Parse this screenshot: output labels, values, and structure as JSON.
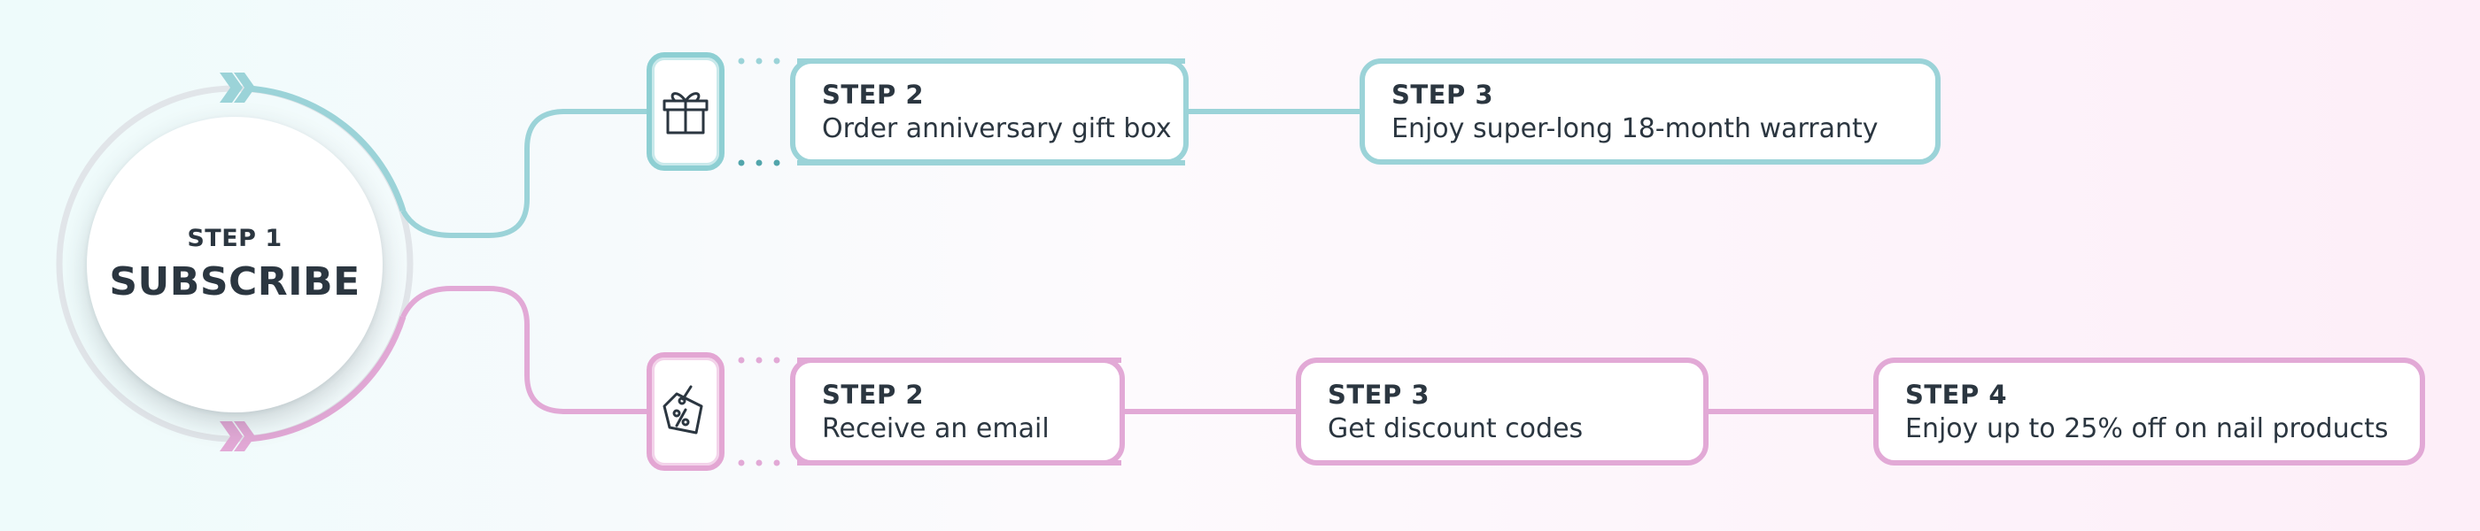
{
  "hub": {
    "step": "STEP 1",
    "title": "SUBSCRIBE"
  },
  "branches": [
    {
      "color": "#9bd3d8",
      "icon": "gift-icon",
      "steps": [
        {
          "label": "STEP 2",
          "text": "Order anniversary gift box"
        },
        {
          "label": "STEP 3",
          "text": "Enjoy super-long 18-month warranty"
        }
      ]
    },
    {
      "color": "#e2a9d6",
      "icon": "discount-tag-icon",
      "steps": [
        {
          "label": "STEP 2",
          "text": "Receive an email"
        },
        {
          "label": "STEP 3",
          "text": "Get discount codes"
        },
        {
          "label": "STEP 4",
          "text": "Enjoy up to 25% off on nail products"
        }
      ]
    }
  ],
  "colors": {
    "teal": "#9bd3d8",
    "pink": "#e2a9d6",
    "text": "#2b3640",
    "ring": "#e1e5e9"
  }
}
